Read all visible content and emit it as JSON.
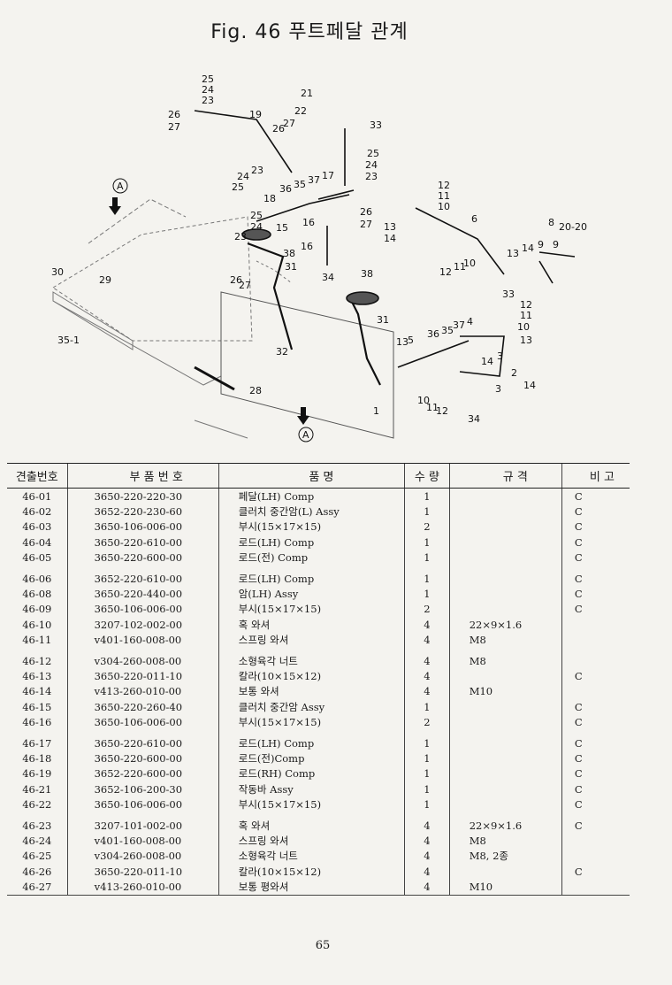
{
  "figure": {
    "title": "Fig. 46  푸트페달 관계",
    "callouts": [
      {
        "text": "25"
      },
      {
        "text": "24"
      },
      {
        "text": "23"
      },
      {
        "text": "26"
      },
      {
        "text": "27"
      },
      {
        "text": "19"
      },
      {
        "text": "21"
      },
      {
        "text": "22"
      },
      {
        "text": "26"
      },
      {
        "text": "27"
      },
      {
        "text": "33"
      },
      {
        "text": "25"
      },
      {
        "text": "24"
      },
      {
        "text": "23"
      },
      {
        "text": "24"
      },
      {
        "text": "23"
      },
      {
        "text": "25"
      },
      {
        "text": "18"
      },
      {
        "text": "36"
      },
      {
        "text": "35"
      },
      {
        "text": "37"
      },
      {
        "text": "17"
      },
      {
        "text": "12"
      },
      {
        "text": "11"
      },
      {
        "text": "10"
      },
      {
        "text": "6"
      },
      {
        "text": "25"
      },
      {
        "text": "24"
      },
      {
        "text": "23"
      },
      {
        "text": "15"
      },
      {
        "text": "16"
      },
      {
        "text": "26"
      },
      {
        "text": "27"
      },
      {
        "text": "13"
      },
      {
        "text": "14"
      },
      {
        "text": "8"
      },
      {
        "text": "20-20"
      },
      {
        "text": "9"
      },
      {
        "text": "9"
      },
      {
        "text": "16"
      },
      {
        "text": "38"
      },
      {
        "text": "14"
      },
      {
        "text": "13"
      },
      {
        "text": "30"
      },
      {
        "text": "29"
      },
      {
        "text": "31"
      },
      {
        "text": "34"
      },
      {
        "text": "38"
      },
      {
        "text": "12"
      },
      {
        "text": "11"
      },
      {
        "text": "10"
      },
      {
        "text": "33"
      },
      {
        "text": "12"
      },
      {
        "text": "26"
      },
      {
        "text": "27"
      },
      {
        "text": "11"
      },
      {
        "text": "10"
      },
      {
        "text": "13"
      },
      {
        "text": "35-1"
      },
      {
        "text": "32"
      },
      {
        "text": "31"
      },
      {
        "text": "36"
      },
      {
        "text": "35"
      },
      {
        "text": "37"
      },
      {
        "text": "4"
      },
      {
        "text": "13"
      },
      {
        "text": "5"
      },
      {
        "text": "3"
      },
      {
        "text": "14"
      },
      {
        "text": "2"
      },
      {
        "text": "3"
      },
      {
        "text": "14"
      },
      {
        "text": "28"
      },
      {
        "text": "10"
      },
      {
        "text": "11"
      },
      {
        "text": "12"
      },
      {
        "text": "1"
      },
      {
        "text": "34"
      },
      {
        "text": "A"
      },
      {
        "text": "A"
      }
    ]
  },
  "table": {
    "headers": [
      "견출번호",
      "부 품 번 호",
      "품                    명",
      "수 량",
      "규   격",
      "비  고"
    ],
    "rows": [
      {
        "no": "46-01",
        "part": "3650-220-220-30",
        "name": "페달(LH) Comp",
        "qty": "1",
        "spec": "",
        "note": "C"
      },
      {
        "no": "46-02",
        "part": "3652-220-230-60",
        "name": "클러치 중간암(L) Assy",
        "qty": "1",
        "spec": "",
        "note": "C"
      },
      {
        "no": "46-03",
        "part": "3650-106-006-00",
        "name": "부시(15×17×15)",
        "qty": "2",
        "spec": "",
        "note": "C"
      },
      {
        "no": "46-04",
        "part": "3650-220-610-00",
        "name": "로드(LH) Comp",
        "qty": "1",
        "spec": "",
        "note": "C"
      },
      {
        "no": "46-05",
        "part": "3650-220-600-00",
        "name": "로드(전) Comp",
        "qty": "1",
        "spec": "",
        "note": "C"
      },
      {
        "gap": true
      },
      {
        "no": "46-06",
        "part": "3652-220-610-00",
        "name": "로드(LH) Comp",
        "qty": "1",
        "spec": "",
        "note": "C"
      },
      {
        "no": "46-08",
        "part": "3650-220-440-00",
        "name": "암(LH) Assy",
        "qty": "1",
        "spec": "",
        "note": "C"
      },
      {
        "no": "46-09",
        "part": "3650-106-006-00",
        "name": "부시(15×17×15)",
        "qty": "2",
        "spec": "",
        "note": "C"
      },
      {
        "no": "46-10",
        "part": "3207-102-002-00",
        "name": "혹 와셔",
        "qty": "4",
        "spec": "22×9×1.6",
        "note": ""
      },
      {
        "no": "46-11",
        "part": "v401-160-008-00",
        "name": "스프링 와셔",
        "qty": "4",
        "spec": "M8",
        "note": ""
      },
      {
        "gap": true
      },
      {
        "no": "46-12",
        "part": "v304-260-008-00",
        "name": "소형육각 너트",
        "qty": "4",
        "spec": "M8",
        "note": ""
      },
      {
        "no": "46-13",
        "part": "3650-220-011-10",
        "name": "칼라(10×15×12)",
        "qty": "4",
        "spec": "",
        "note": "C"
      },
      {
        "no": "46-14",
        "part": "v413-260-010-00",
        "name": "보통 와셔",
        "qty": "4",
        "spec": "M10",
        "note": ""
      },
      {
        "no": "46-15",
        "part": "3650-220-260-40",
        "name": "클러치 중간암 Assy",
        "qty": "1",
        "spec": "",
        "note": "C"
      },
      {
        "no": "46-16",
        "part": "3650-106-006-00",
        "name": "부시(15×17×15)",
        "qty": "2",
        "spec": "",
        "note": "C"
      },
      {
        "gap": true
      },
      {
        "no": "46-17",
        "part": "3650-220-610-00",
        "name": "로드(LH) Comp",
        "qty": "1",
        "spec": "",
        "note": "C"
      },
      {
        "no": "46-18",
        "part": "3650-220-600-00",
        "name": "로드(전)Comp",
        "qty": "1",
        "spec": "",
        "note": "C"
      },
      {
        "no": "46-19",
        "part": "3652-220-600-00",
        "name": "로드(RH) Comp",
        "qty": "1",
        "spec": "",
        "note": "C"
      },
      {
        "no": "46-21",
        "part": "3652-106-200-30",
        "name": "작동바 Assy",
        "qty": "1",
        "spec": "",
        "note": "C"
      },
      {
        "no": "46-22",
        "part": "3650-106-006-00",
        "name": "부시(15×17×15)",
        "qty": "1",
        "spec": "",
        "note": "C"
      },
      {
        "gap": true
      },
      {
        "no": "46-23",
        "part": "3207-101-002-00",
        "name": "혹 와셔",
        "qty": "4",
        "spec": "22×9×1.6",
        "note": "C"
      },
      {
        "no": "46-24",
        "part": "v401-160-008-00",
        "name": "스프링 와셔",
        "qty": "4",
        "spec": "M8",
        "note": ""
      },
      {
        "no": "46-25",
        "part": "v304-260-008-00",
        "name": "소형육각 너트",
        "qty": "4",
        "spec": "M8, 2종",
        "note": ""
      },
      {
        "no": "46-26",
        "part": "3650-220-011-10",
        "name": "칼라(10×15×12)",
        "qty": "4",
        "spec": "",
        "note": "C"
      },
      {
        "no": "46-27",
        "part": "v413-260-010-00",
        "name": "보통 평와셔",
        "qty": "4",
        "spec": "M10",
        "note": ""
      }
    ]
  },
  "page_number": "65"
}
